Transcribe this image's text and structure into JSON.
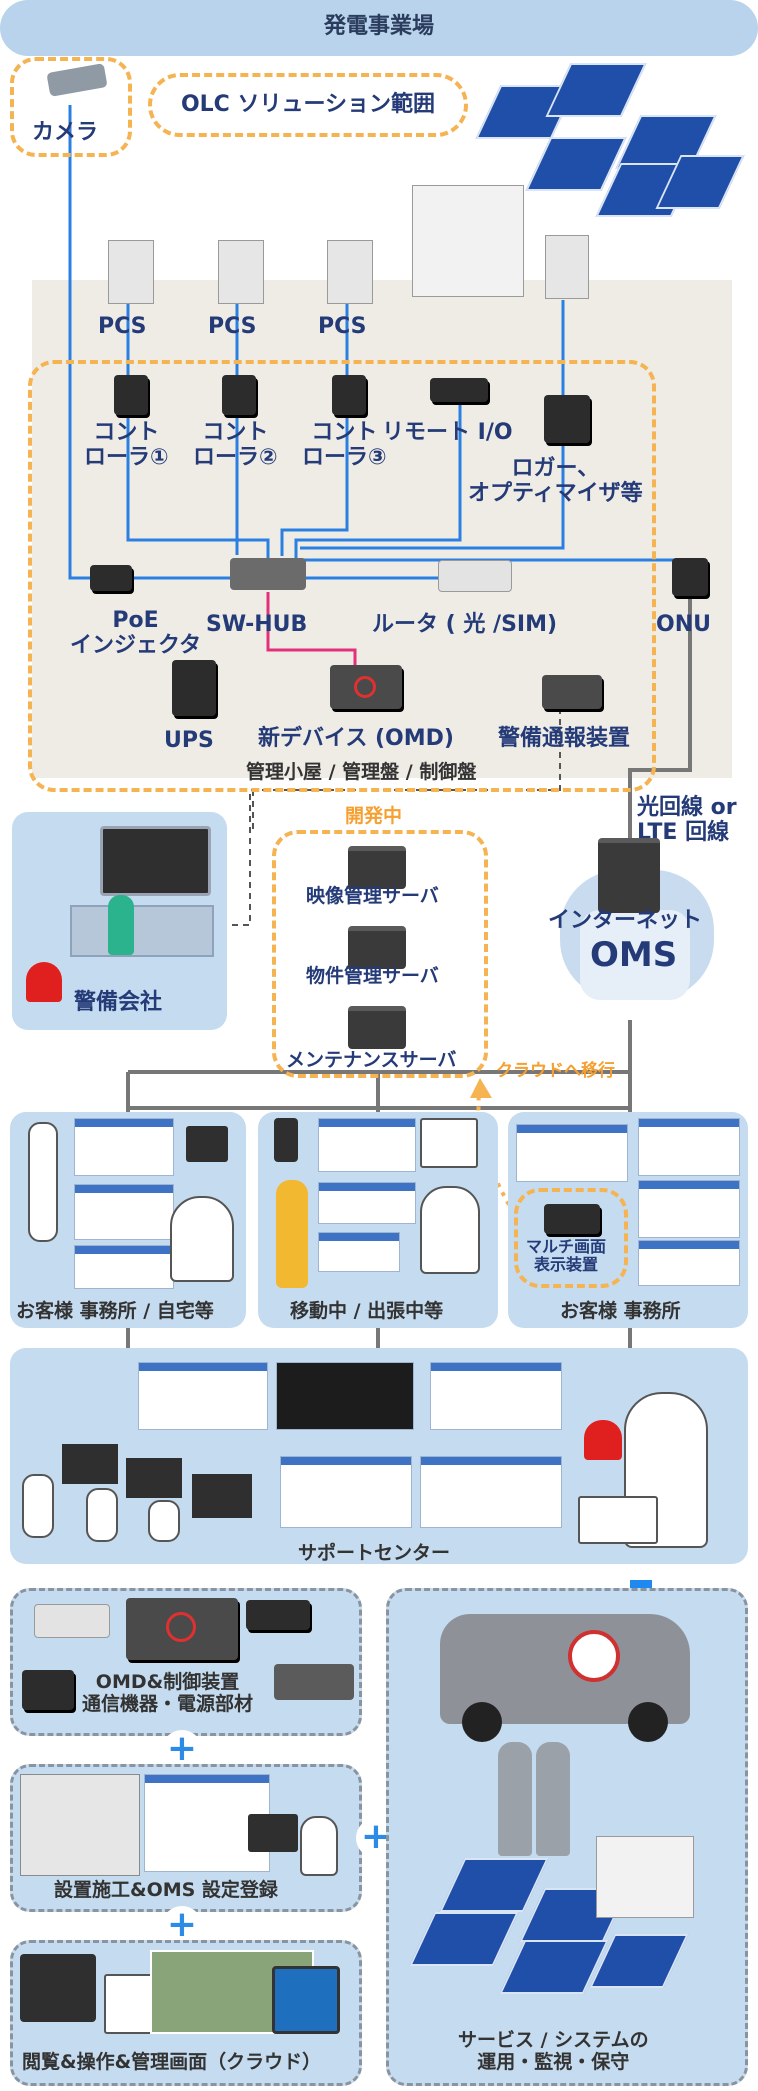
{
  "title": "発電事業場",
  "olc_range": "OLC ソリューション範囲",
  "camera": "カメラ",
  "pcs": [
    "PCS",
    "PCS",
    "PCS"
  ],
  "controller1": "コント\nローラ①",
  "controller2": "コント\nローラ②",
  "controller3": "コント\nローラ③",
  "remote_io": "リモート I/O",
  "logger": "ロガー、\nオプティマイザ等",
  "poe": "PoE\nインジェクタ",
  "sw_hub": "SW-HUB",
  "router": "ルータ ( 光 /SIM)",
  "onu": "ONU",
  "ups": "UPS",
  "omd": "新デバイス (OMD)",
  "alarm_device": "警備通報装置",
  "enclosure_caption": "管理小屋 / 管理盤 / 制御盤",
  "fiber_lte": "光回線 or\nLTE 回線",
  "security_company": "警備会社",
  "developing": "開発中",
  "video_server": "映像管理サーバ",
  "property_server": "物件管理サーバ",
  "maintenance_server": "メンテナンスサーバ",
  "internet_oms_1": "インターネット",
  "internet_oms_2": "OMS",
  "cloud_migration": "クラウドへ移行",
  "customer_office_home": "お客様 事務所 / 自宅等",
  "mobile": "移動中 / 出張中等",
  "customer_office": "お客様 事務所",
  "multi_screen": "マルチ画面\n表示装置",
  "support_center": "サポートセンター",
  "omd_control": "OMD&制御装置\n通信機器・電源部材",
  "install_oms": "設置施工&OMS 設定登録",
  "view_manage": "閲覧&操作&管理画面（クラウド）",
  "service_ops": "サービス / システムの\n運用・監視・保守",
  "plus": "+",
  "colors": {
    "panel_blue": "#c5dbef",
    "dashed_orange": "#f5b352",
    "line_blue": "#2a7fe0",
    "line_grey": "#777777",
    "line_pink": "#e2307a",
    "title_bar": "#b9d3ec",
    "arrow_blue": "#1e8af0"
  }
}
